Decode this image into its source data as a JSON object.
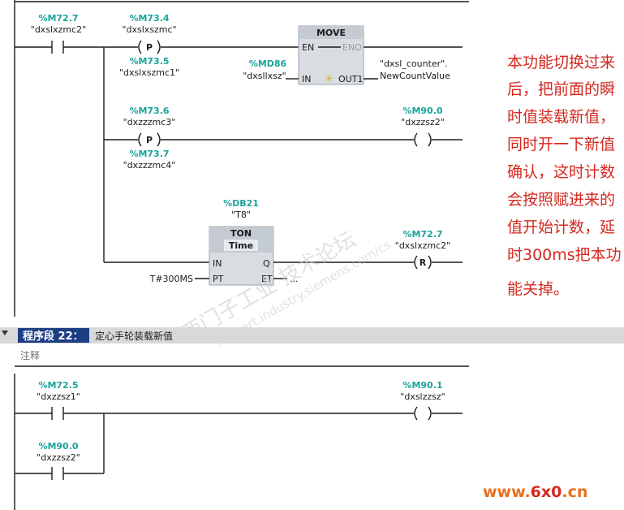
{
  "network21": {
    "contact_m72_7": {
      "address": "%M72.7",
      "name": "\"dxslxzmc2\""
    },
    "ptrig_m73_4": {
      "address": "%M73.4",
      "name": "\"dxslxszmc\"",
      "symbol": "P"
    },
    "ptrig_m73_5": {
      "address": "%M73.5",
      "name": "\"dxslxszmc1\""
    },
    "move": {
      "title": "MOVE",
      "en": "EN",
      "eno": "ENO",
      "in": "IN",
      "out1": "OUT1",
      "in_address": "%MD86",
      "in_name": "\"dxsllxsz\"",
      "out_name_line1": "\"dxsl_counter\".",
      "out_name_line2": "NewCountValue"
    },
    "ptrig_m73_6": {
      "address": "%M73.6",
      "name": "\"dxzzzmc3\"",
      "symbol": "P"
    },
    "ptrig_m73_7": {
      "address": "%M73.7",
      "name": "\"dxzzzmc4\""
    },
    "coil_m90_0": {
      "address": "%M90.0",
      "name": "\"dxzzsz2\""
    },
    "ton": {
      "db_address": "%DB21",
      "db_name": "\"T8\"",
      "title": "TON",
      "subtitle": "Time",
      "in": "IN",
      "q": "Q",
      "pt": "PT",
      "et": "ET",
      "pt_value": "T#300MS",
      "et_value": "..."
    },
    "reset_m72_7": {
      "address": "%M72.7",
      "name": "\"dxslxzmc2\"",
      "symbol": "R"
    }
  },
  "annotation": {
    "lines": [
      "本功能切换过来",
      "后，把前面的瞬",
      "时值装载新值，",
      "同时开一下新值",
      "确认，这时计数",
      "会按照赋进来的",
      "值开始计数，延",
      "时300ms把本功",
      "能关掉。"
    ]
  },
  "segment_header": {
    "name": "程序段 22：",
    "title": "定心手轮装载新值",
    "comment": "注释"
  },
  "network22": {
    "contact_m72_5": {
      "address": "%M72.5",
      "name": "\"dxzzsz1\""
    },
    "contact_m90_0": {
      "address": "%M90.0",
      "name": "\"dxzzsz2\""
    },
    "coil_m90_1": {
      "address": "%M90.1",
      "name": "\"dxslzzsz\""
    }
  },
  "watermark": {
    "line1": "西门子工业  技术论坛",
    "line2": "support.industry.siemens.com/cs"
  },
  "site_logo": {
    "prefix": "www.",
    "brand": "6x0",
    "suffix": ".cn"
  },
  "colors": {
    "address": "#1aa39a",
    "note": "#d3281f",
    "segment_header": "#1e3e84",
    "site": "#e8711d"
  }
}
